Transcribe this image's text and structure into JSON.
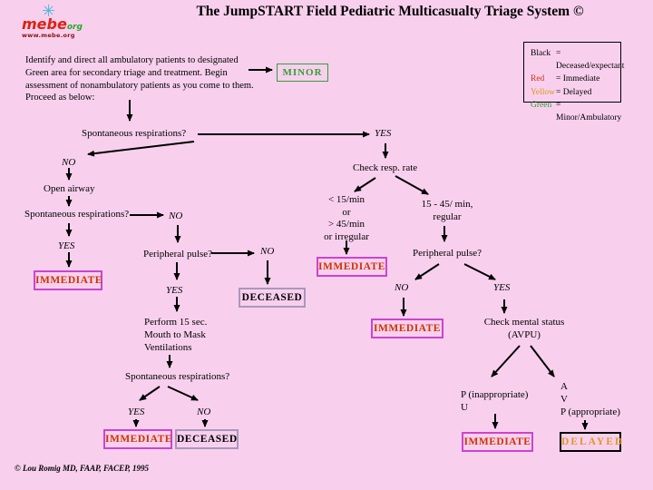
{
  "header": {
    "title": "The JumpSTART Field Pediatric Multicasualty Triage System ©",
    "logo": {
      "star_icon": "✳",
      "name": "mebe",
      "tld": "org",
      "site": "www.mebe.org"
    }
  },
  "legend": {
    "rows": [
      {
        "color": "Black",
        "meaning": "= Deceased/expectant"
      },
      {
        "color": "Red",
        "meaning": "= Immediate"
      },
      {
        "color": "Yellow",
        "meaning": "= Delayed"
      },
      {
        "color": "Green",
        "meaning": "= Minor/Ambulatory"
      }
    ]
  },
  "intro": {
    "text": "Identify and direct all ambulatory patients to designated\nGreen area for secondary triage and treatment. Begin\nassessment of nonambulatory patients as you come to them.\nProceed as below:"
  },
  "flow": {
    "labels": {
      "yes": "YES",
      "no": "NO",
      "immediate": "IMMEDIATE",
      "deceased": "DECEASED",
      "delayed": "DELAYED",
      "minor": "MINOR"
    },
    "nodes": {
      "spontaneous_respirations": "Spontaneous respirations?",
      "open_airway": "Open airway",
      "check_resp_rate": "Check resp. rate",
      "rate_abnormal": "< 15/min\nor\n> 45/min\nor irregular",
      "rate_normal": "15 - 45/ min,\nregular",
      "peripheral_pulse": "Peripheral pulse?",
      "perform_ventilations": "Perform 15 sec.\nMouth to Mask\nVentilations",
      "check_mental_status": "Check mental status\n(AVPU)",
      "mental_inappropriate": "P (inappropriate)\nU",
      "mental_appropriate": "A\nV\nP (appropriate)"
    }
  },
  "footer": {
    "copyright": "© Lou Romig MD, FAAP, FACEP, 1995"
  },
  "colors": {
    "background": "#f8d0ee",
    "immediate_text": "#cc3300",
    "immediate_border": "#cc44cc",
    "deceased_text": "#000000",
    "deceased_border": "#a898b8",
    "delayed_text": "#dd9922",
    "delayed_border": "#000000",
    "minor_green": "#33a033",
    "legend_red": "#cc3311",
    "legend_yellow": "#dd9911",
    "legend_green": "#33a033",
    "logo_star": "#45b8d8",
    "logo_name": "#dd2211",
    "logo_org": "#22aa22",
    "logo_site": "#881111"
  }
}
